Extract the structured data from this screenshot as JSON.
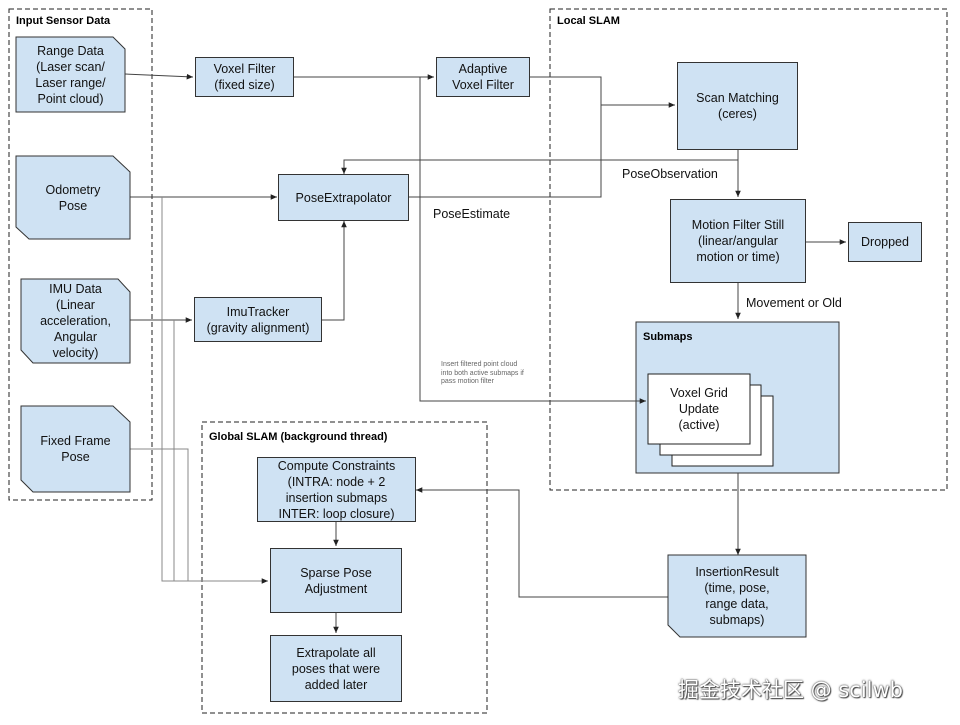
{
  "colors": {
    "box_fill": "#cfe2f3",
    "stroke": "#222222",
    "edge": "#444444"
  },
  "groups": {
    "input": "Input Sensor Data",
    "local": "Local SLAM",
    "global": "Global SLAM (background thread)",
    "submaps": "Submaps"
  },
  "nodes": {
    "range_data": "Range Data\n(Laser scan/\nLaser range/\nPoint cloud)",
    "odometry": "Odometry\nPose",
    "imu_data": "IMU Data\n(Linear\nacceleration,\nAngular\nvelocity)",
    "fixed_frame": "Fixed Frame\nPose",
    "voxel_filter": "Voxel Filter\n(fixed size)",
    "adaptive_voxel": "Adaptive\nVoxel Filter",
    "pose_extrapolator": "PoseExtrapolator",
    "imu_tracker": "ImuTracker\n(gravity alignment)",
    "scan_matching": "Scan Matching\n(ceres)",
    "motion_filter": "Motion Filter Still\n(linear/angular\nmotion or time)",
    "dropped": "Dropped",
    "voxel_grid": "Voxel Grid\nUpdate\n(active)",
    "insertion_result": "InsertionResult\n(time, pose,\nrange data,\nsubmaps)",
    "compute_constraints": "Compute Constraints\n(INTRA: node + 2\ninsertion submaps\nINTER: loop closure)",
    "sparse_pose": "Sparse Pose\nAdjustment",
    "extrapolate": "Extrapolate all\nposes that were\nadded later"
  },
  "edge_labels": {
    "pose_observation": "PoseObservation",
    "pose_estimate": "PoseEstimate",
    "movement_or_old": "Movement or Old"
  },
  "note": "Insert filtered point cloud\ninto both active submaps if\npass motion filter",
  "watermark": "掘金技术社区 @ scilwb"
}
